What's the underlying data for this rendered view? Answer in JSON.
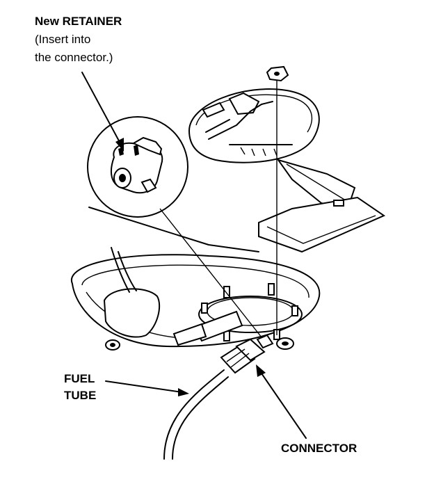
{
  "labels": {
    "retainer_title": "New RETAINER",
    "retainer_note_line1": "(Insert into",
    "retainer_note_line2": "the connector.)",
    "fuel_tube_line1": "FUEL",
    "fuel_tube_line2": "TUBE",
    "connector": "CONNECTOR"
  },
  "colors": {
    "ink": "#000000",
    "paper": "#ffffff"
  }
}
